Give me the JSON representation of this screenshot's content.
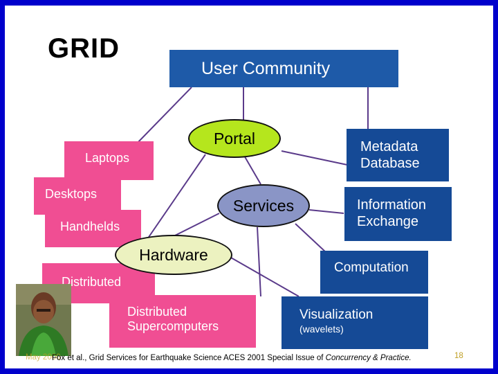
{
  "title": "GRID",
  "user_community": "User Community",
  "portal": "Portal",
  "services": "Services",
  "hardware": "Hardware",
  "metadata": [
    "Metadata",
    "Database"
  ],
  "info_exchange": [
    "Information",
    "Exchange"
  ],
  "computation": "Computation",
  "visualization": "Visualization",
  "wavelets": "(wavelets)",
  "laptops": "Laptops",
  "desktops": "Desktops",
  "handhelds": "Handhelds",
  "distributed": "Distributed",
  "supercomputers": [
    "Distributed",
    "Supercomputers"
  ],
  "footer": {
    "left": "Fox et al., Grid Services for Earthquake Science  ACES 2001 Special Issue of ",
    "italic": "Concurrency & Practice.",
    "date": "May 2000",
    "page": "18"
  },
  "colors": {
    "blue_box": "#1e5aa8",
    "pink_box": "#f04e93",
    "portal": "#b5e61d",
    "services": "#8a95c6",
    "hardware": "#ecf2c0",
    "frame": "#0000cc"
  }
}
